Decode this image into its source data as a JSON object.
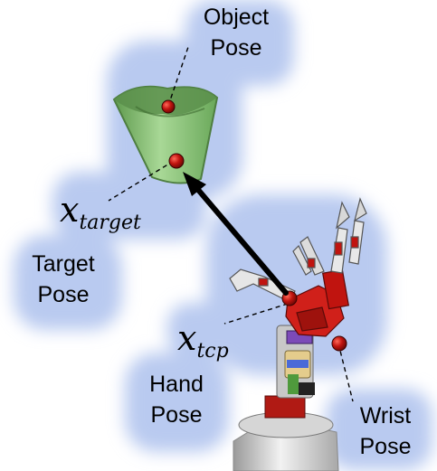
{
  "labels": {
    "object_pose": [
      "Object",
      "Pose"
    ],
    "target_pose": [
      "Target",
      "Pose"
    ],
    "hand_pose": [
      "Hand",
      "Pose"
    ],
    "wrist_pose": [
      "Wrist",
      "Pose"
    ]
  },
  "math": {
    "x_target": {
      "base": "x",
      "sub": "target"
    },
    "x_tcp": {
      "base": "x",
      "sub": "tcp"
    }
  },
  "colors": {
    "glow": "#b9caf0",
    "cup_green": "#8cc478",
    "marker_red": "#c0140f",
    "arrow": "#000000",
    "robot_red": "#d0201a",
    "robot_gray": "#c8c8c8"
  }
}
